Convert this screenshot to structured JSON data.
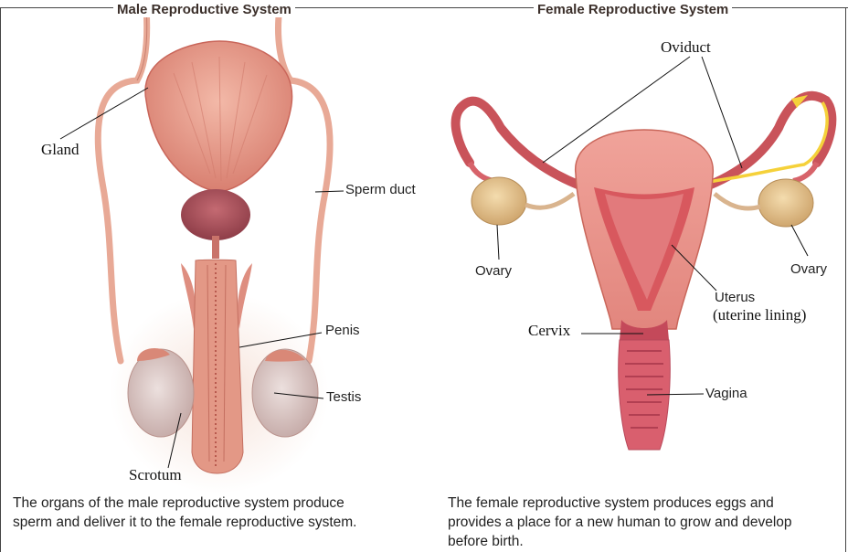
{
  "male": {
    "title": "Male Reproductive System",
    "labels": {
      "gland": "Gland",
      "sperm_duct": "Sperm duct",
      "penis": "Penis",
      "testis": "Testis",
      "scrotum": "Scrotum"
    },
    "caption": [
      "The organs of the male reproductive system produce",
      "sperm and deliver it to the female reproductive system."
    ]
  },
  "female": {
    "title": "Female Reproductive System",
    "labels": {
      "oviduct": "Oviduct",
      "ovary_left": "Ovary",
      "ovary_right": "Ovary",
      "uterus": "Uterus",
      "uterine_lining": "(uterine lining)",
      "cervix": "Cervix",
      "vagina": "Vagina"
    },
    "caption": [
      "The female reproductive system produces eggs and",
      "provides a place for a new human to grow and develop",
      "before birth."
    ]
  },
  "colors": {
    "tissue": "#e9a08f",
    "tissue_dark": "#c9665a",
    "duct": "#e8a996",
    "bladder": "#a5505a",
    "testis": "#d9c5c2",
    "ovary": "#e2c393",
    "uterus": "#e48a82",
    "arrow": "#f5d13a"
  }
}
